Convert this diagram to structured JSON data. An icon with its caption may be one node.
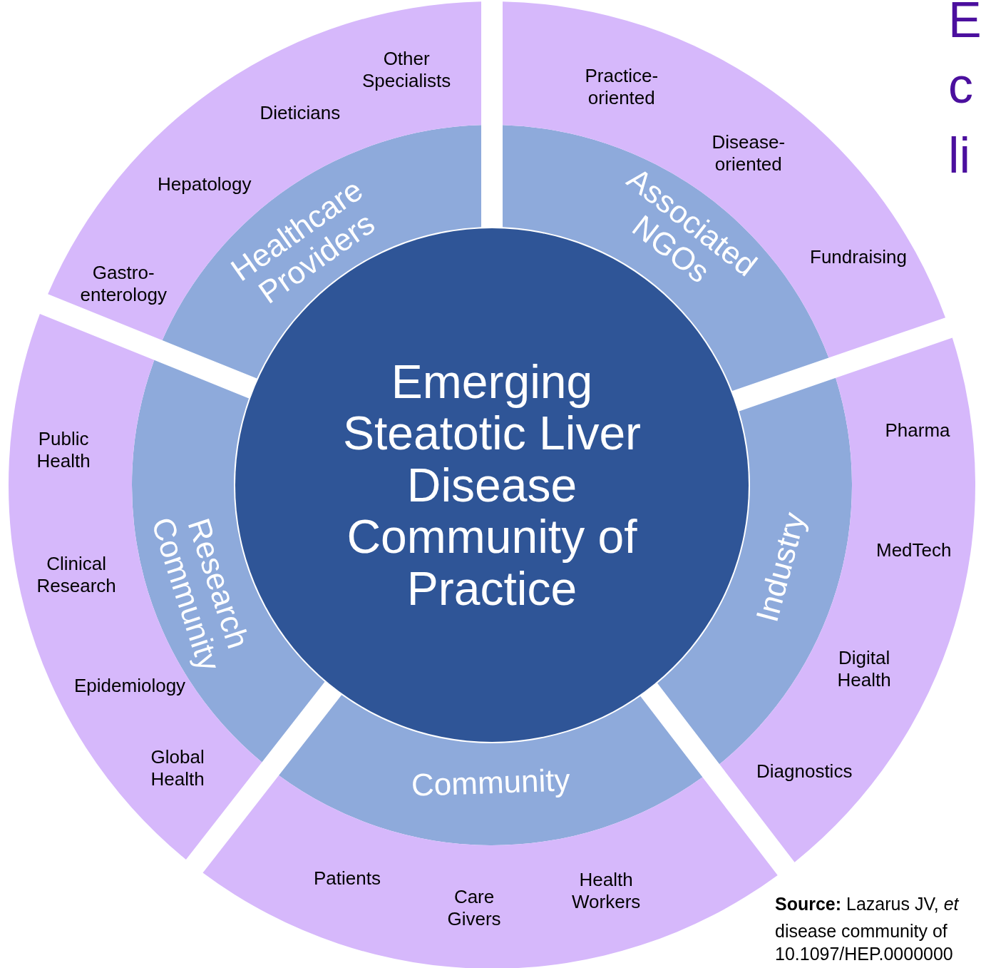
{
  "diagram": {
    "nodes": [
      {
        "text": [
          "Emerging Steatotic Liver Disease Community of Practice"
        ]
      },
      {
        "text": [
          "Healthcare Providers"
        ]
      },
      {
        "text": [
          "Gastro- enterology",
          "Hepatology",
          "Dieticians",
          "Other Specialists"
        ]
      },
      {
        "text": [
          "Associated NGOs"
        ]
      },
      {
        "text": [
          "Practice- oriented",
          "Disease- oriented",
          "Fundraising"
        ]
      },
      {
        "text": [
          "Industry"
        ]
      },
      {
        "text": [
          "Pharma",
          "MedTech",
          "Digital Health",
          "Diagnostics"
        ]
      },
      {
        "text": [
          "Community"
        ]
      },
      {
        "text": [
          "Patients",
          "Care Givers",
          "Health Workers"
        ]
      },
      {
        "text": [
          "Research Community"
        ]
      },
      {
        "text": [
          "Public Health",
          "Clinical Research",
          "Epidemiology",
          "Global Health"
        ]
      }
    ],
    "edges": [],
    "labels": [
      "E",
      "c",
      "li",
      "**Source:** Lazarus JV, *et*",
      "disease community of",
      "10.1097/HEP.0000000"
    ]
  }
}
